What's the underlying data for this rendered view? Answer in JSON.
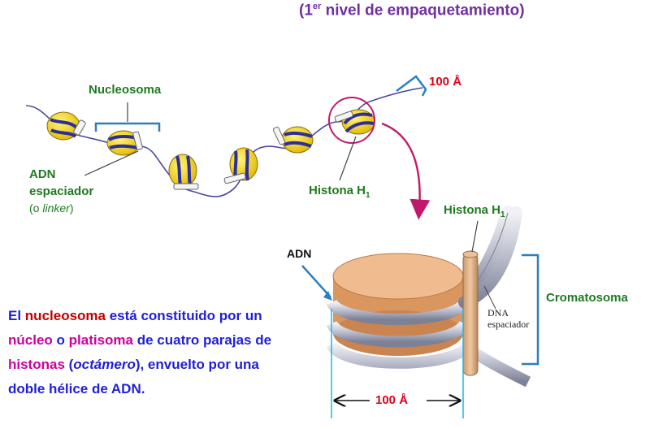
{
  "title": {
    "pre": "(1",
    "sup": "er",
    "post": " nivel de empaquetamiento)"
  },
  "labels": {
    "nucleosoma": "Nucleosoma",
    "adn_espaciador_1": "ADN",
    "adn_espaciador_2": "espaciador",
    "linker_open": "(o ",
    "linker_word": "linker",
    "linker_close": ")",
    "histona_h1_top": "Histona H",
    "h1_sub": "1",
    "dist_100_top": "100 Å",
    "histona_h1_right": "Histona H",
    "adn": "ADN",
    "cromatosoma": "Cromatosoma",
    "dna_espaciador_1": "DNA",
    "dna_espaciador_2": "espaciador",
    "dist_100_bottom": "100 Å"
  },
  "paragraph": {
    "p1": "El ",
    "nucleosoma": "nucleosoma",
    "p2": " está constituido por un ",
    "nucleo": "núcleo",
    "p3": " o ",
    "platisoma": "platisoma",
    "p4": " de cuatro parajas de ",
    "histonas": "histonas",
    "p5": " (",
    "octamero": "octámero",
    "p6": "), envuelto por una doble hélice de ADN."
  },
  "colors": {
    "title": "#7030a0",
    "green_label": "#1f7a1f",
    "red_label": "#e0001b",
    "paragraph_blue": "#1f1fd6",
    "bracket_blue": "#2a7fc0",
    "arrow_magenta": "#c2186b",
    "core_fill": "#e8b48a",
    "nucleosome_yellow": "#f2d21b",
    "nucleosome_stripe": "#2b2f9a",
    "dna_line": "#4a4aa0"
  }
}
